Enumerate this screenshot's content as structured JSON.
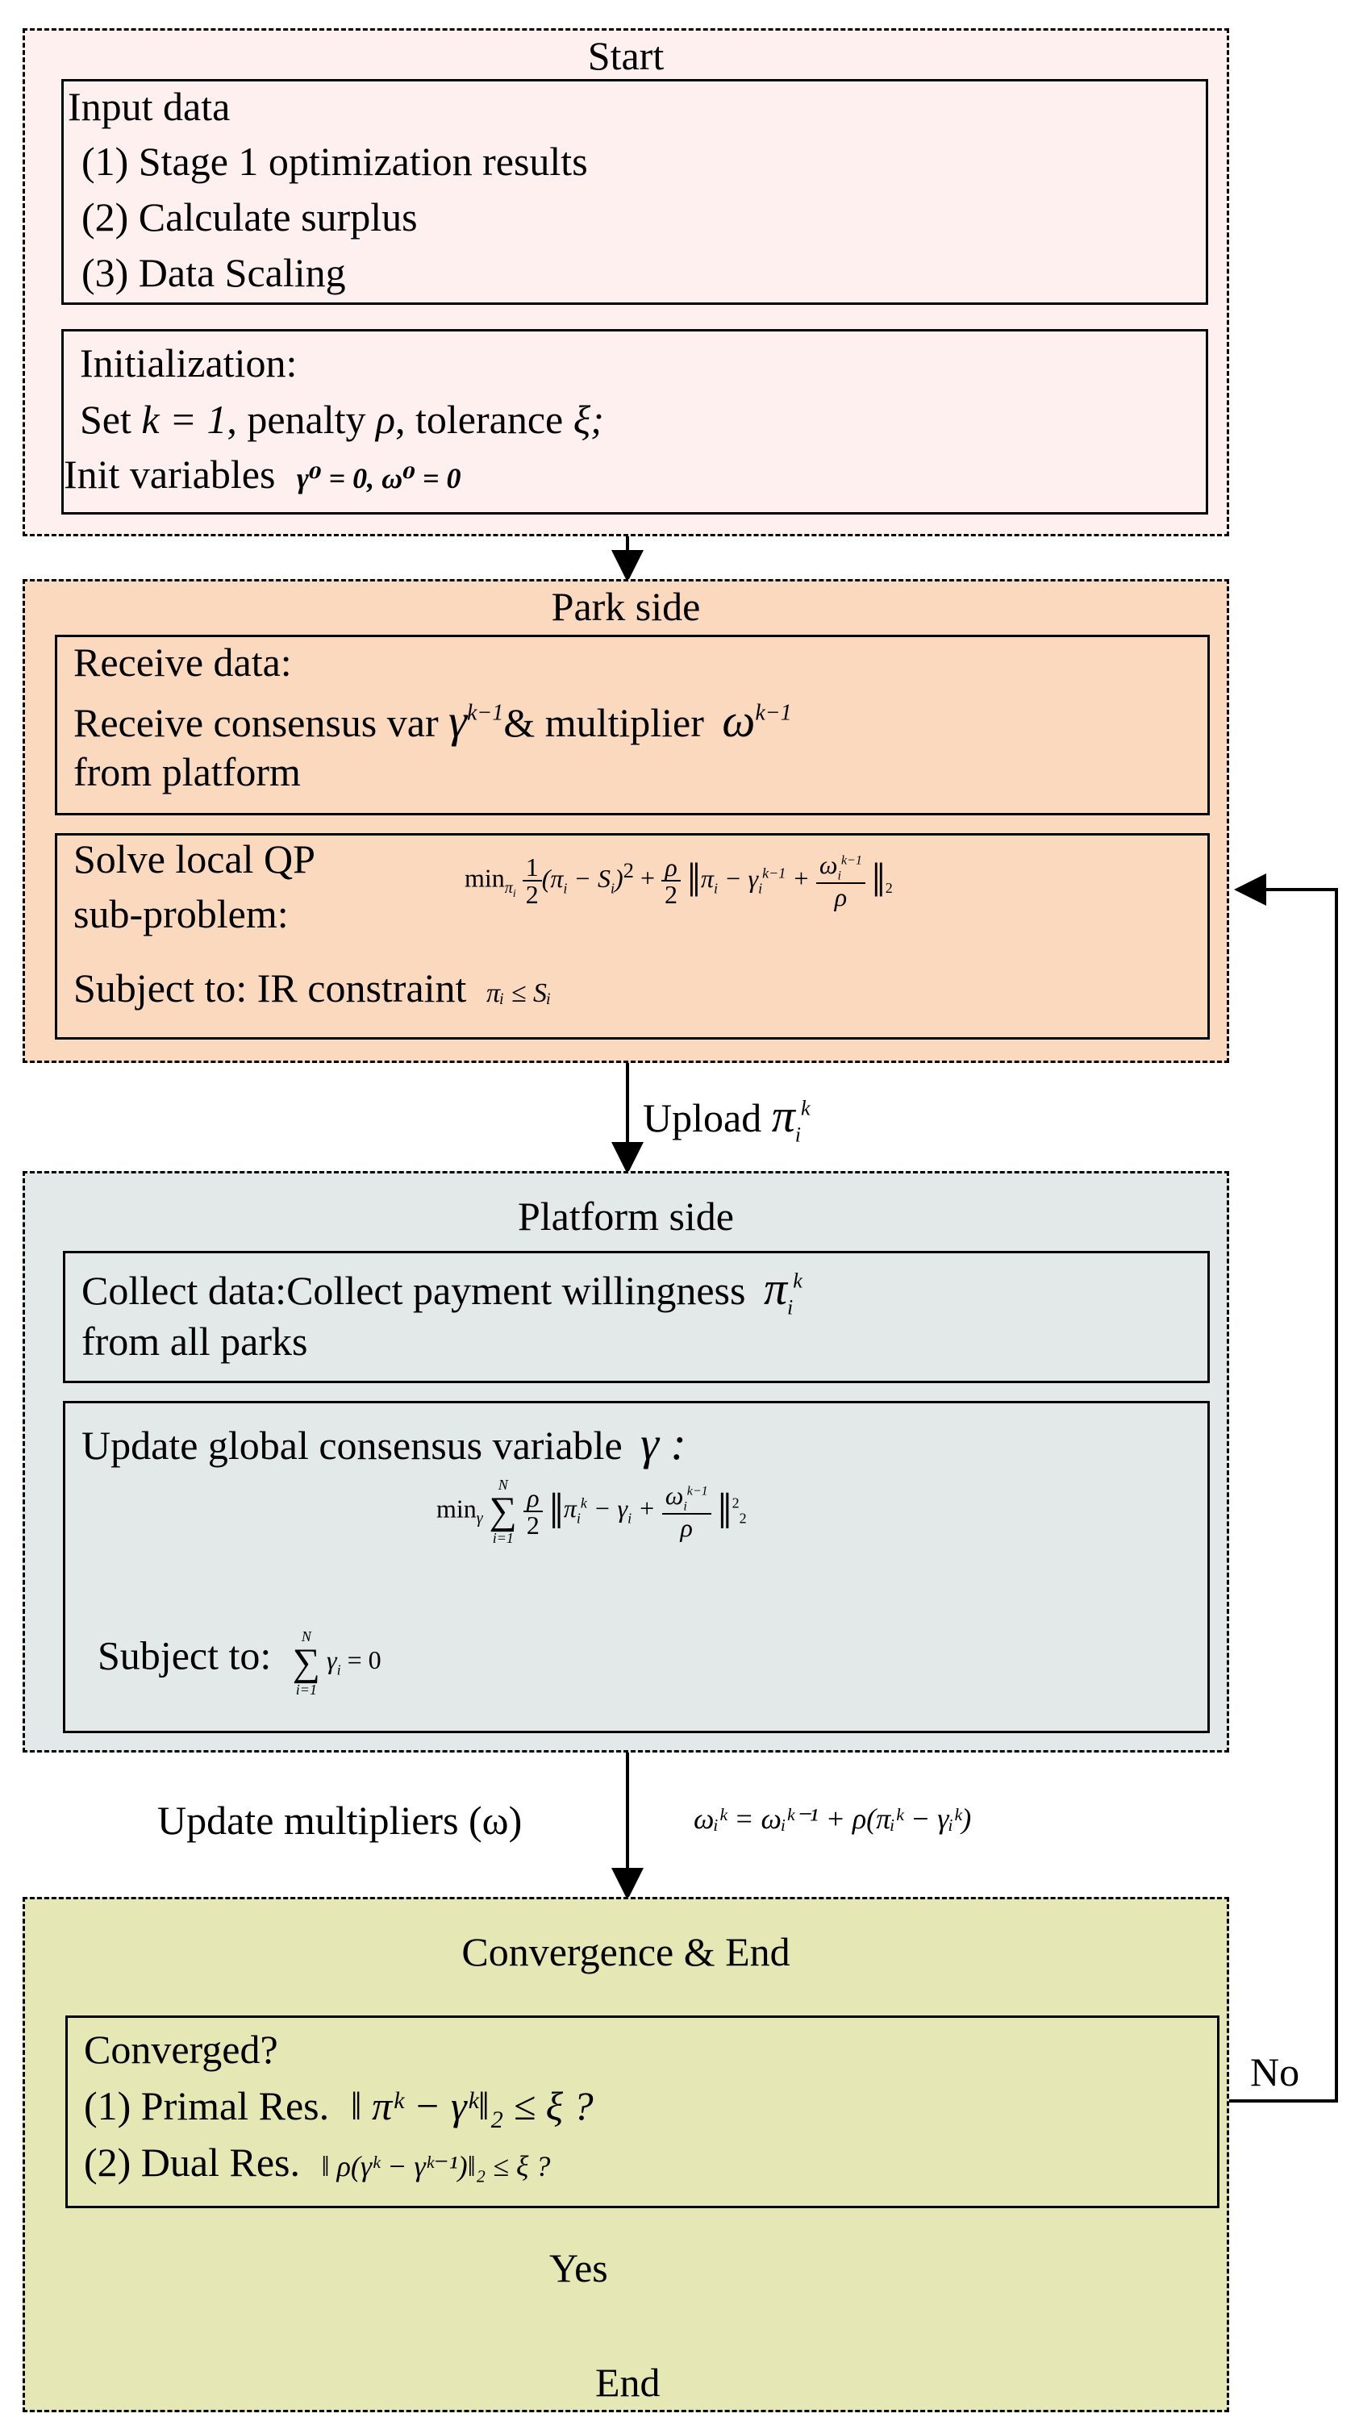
{
  "start": {
    "title": "Start",
    "input": {
      "heading": "Input data",
      "items": [
        "(1) Stage 1 optimization results",
        "(2) Calculate surplus",
        "(3) Data Scaling"
      ]
    },
    "init": {
      "heading": "Initialization:",
      "line1_set": "Set",
      "line1_k": "k = 1",
      "line1_penalty": ", penalty",
      "line1_rho": "ρ",
      "line1_tolerance": ", tolerance",
      "line1_xi": "ξ;",
      "line2_label": "Init variables",
      "line2_math": "γ⁰ = 0,  ω⁰ = 0"
    }
  },
  "park": {
    "title": "Park side",
    "receive": {
      "line1": "Receive data:",
      "line2_a": "Receive consensus var",
      "line2_gamma": "γ",
      "line2_gamma_sup": "k−1",
      "line2_b": "& multiplier",
      "line2_omega": "ω",
      "line2_omega_sup": "k−1",
      "line3": "from platform"
    },
    "solve": {
      "line1": "Solve local QP",
      "line2": "sub-problem:",
      "line3_a": "Subject to: IR constraint",
      "line3_math": "πᵢ ≤ Sᵢ",
      "objective": "min"
    }
  },
  "upload": {
    "label": "Upload",
    "math": "π",
    "sub": "i",
    "sup": "k"
  },
  "platform": {
    "title": "Platform side",
    "collect": {
      "line1": "Collect data:Collect payment willingness",
      "line1_math": "π",
      "line2": "from all parks"
    },
    "update": {
      "line1": "Update global consensus variable",
      "line1_math": "γ :",
      "subject": "Subject to:",
      "constraint_rhs": "= 0"
    }
  },
  "multipliers": {
    "label": "Update multipliers (ω)",
    "formula": "ωᵢᵏ = ωᵢᵏ⁻¹ + ρ(πᵢᵏ − γᵢᵏ)"
  },
  "convergence": {
    "title": "Convergence & End",
    "check": {
      "line1": "Converged?",
      "line2_a": "(1) Primal Res.",
      "line2_math": "‖ πᵏ − γᵏ‖₂ ≤ ξ  ?",
      "line3_a": "(2) Dual Res.",
      "line3_math": "‖ ρ(γᵏ − γᵏ⁻¹)‖₂ ≤ ξ  ?"
    },
    "no_label": "No",
    "yes_label": "Yes",
    "end_label": "End"
  }
}
